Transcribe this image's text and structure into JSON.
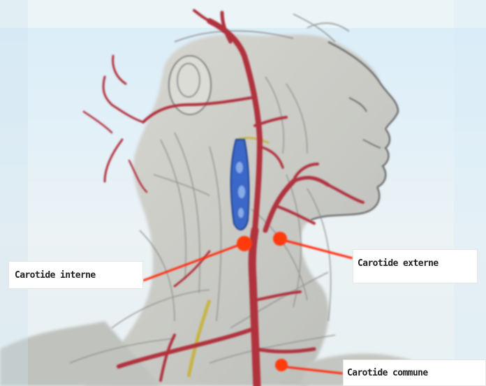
{
  "labels": {
    "interne": "Carotide interne",
    "externe": "Carotide externe",
    "commune": "Carotide commune"
  },
  "colors": {
    "artery": "#b0303e",
    "pointer": "#ff2a10",
    "vein": "#3a67c8",
    "nerve": "#c8b23a",
    "skin": "#cfd0cc",
    "sky": "#d8eef9"
  }
}
